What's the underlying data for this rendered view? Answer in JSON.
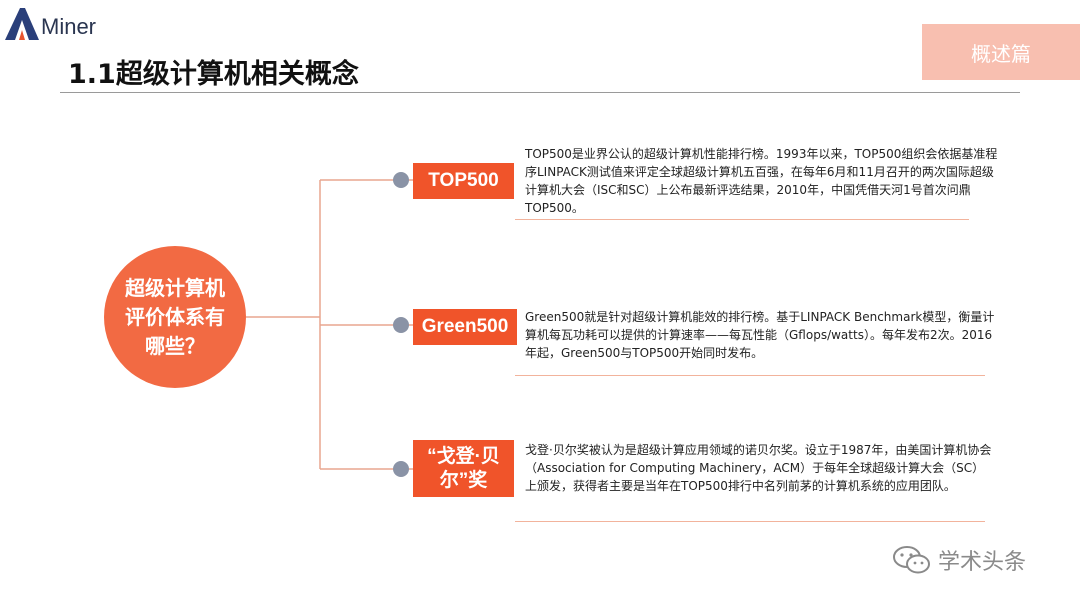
{
  "brand": {
    "logo_text": "Miner"
  },
  "header": {
    "title": "1.1超级计算机相关概念",
    "section": "概述篇"
  },
  "center": {
    "label": "超级计算机评价体系有哪些？"
  },
  "items": [
    {
      "tag": "TOP500",
      "desc": "TOP500是业界公认的超级计算机性能排行榜。1993年以来，TOP500组织会依据基准程序LINPACK测试值来评定全球超级计算机五百强，在每年6月和11月召开的两次国际超级计算机大会（ISC和SC）上公布最新评选结果，2010年，中国凭借天河1号首次问鼎TOP500。"
    },
    {
      "tag": "Green500",
      "desc": "Green500就是针对超级计算机能效的排行榜。基于LINPACK Benchmark模型，衡量计算机每瓦功耗可以提供的计算速率——每瓦性能（Gflops/watts）。每年发布2次。2016年起，Green500与TOP500开始同时发布。"
    },
    {
      "tag": "“戈登·贝尔”奖",
      "desc": "戈登·贝尔奖被认为是超级计算应用领域的诺贝尔奖。设立于1987年，由美国计算机协会（Association for Computing Machinery，ACM）于每年全球超级计算大会（SC）上颁发，获得者主要是当年在TOP500排行中名列前茅的计算机系统的应用团队。"
    }
  ],
  "watermark": {
    "text": "学术头条",
    "icon": "wechat-icon"
  },
  "colors": {
    "accent": "#f0542a",
    "circle": "#f26a43",
    "badge": "#f8bfb0",
    "line": "#e8a58f",
    "dot": "#8a93a6"
  }
}
